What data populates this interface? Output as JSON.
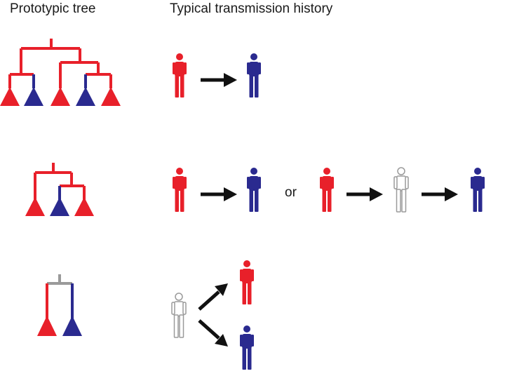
{
  "headers": {
    "left": "Prototypic tree",
    "right": "Typical transmission history"
  },
  "connector_word": "or",
  "colors": {
    "red": "#e8202a",
    "blue": "#2a2a8f",
    "gray": "#9a9a9a",
    "arrow": "#111111"
  },
  "rows": [
    {
      "tree": {
        "tips": [
          "red",
          "blue",
          "red",
          "blue",
          "red"
        ]
      },
      "transmission": [
        "red",
        "blue"
      ]
    },
    {
      "tree": {
        "tips": [
          "red",
          "blue",
          "red"
        ]
      },
      "transmission": [
        "red",
        "blue"
      ],
      "alternative": [
        "red",
        "unsampled",
        "blue"
      ]
    },
    {
      "tree": {
        "tips": [
          "red",
          "blue"
        ],
        "root": "gray"
      },
      "transmission_source": "unsampled",
      "transmission_targets": [
        "red",
        "blue"
      ]
    }
  ]
}
